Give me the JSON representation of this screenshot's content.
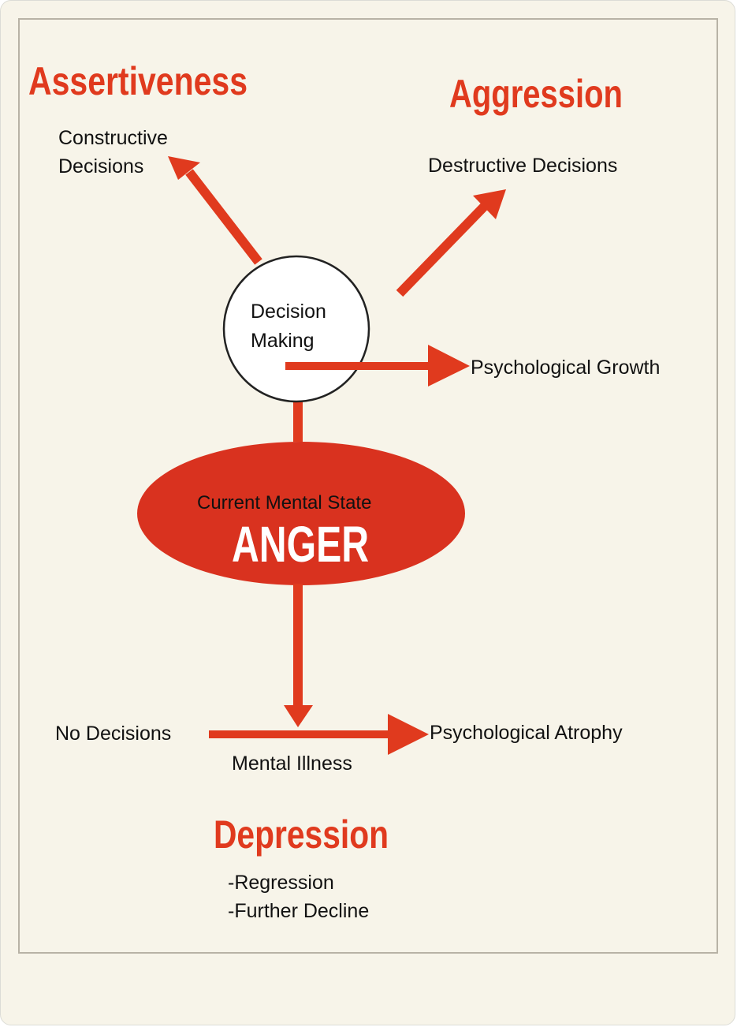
{
  "headings": {
    "assertiveness": "Assertiveness",
    "aggression": "Aggression",
    "depression": "Depression"
  },
  "nodes": {
    "constructive_line1": "Constructive",
    "constructive_line2": "Decisions",
    "destructive": "Destructive Decisions",
    "decision_line1": "Decision",
    "decision_line2": "Making",
    "growth": "Psychological Growth",
    "state_label": "Current Mental State",
    "state_value": "ANGER",
    "no_decisions": "No Decisions",
    "atrophy": "Psychological Atrophy",
    "mental_illness": "Mental Illness"
  },
  "depression_items": [
    "-Regression",
    "-Further Decline"
  ],
  "colors": {
    "accent": "#e03a1e",
    "background": "#f7f4e9",
    "ellipse": "#d9321f",
    "text": "#111111"
  }
}
